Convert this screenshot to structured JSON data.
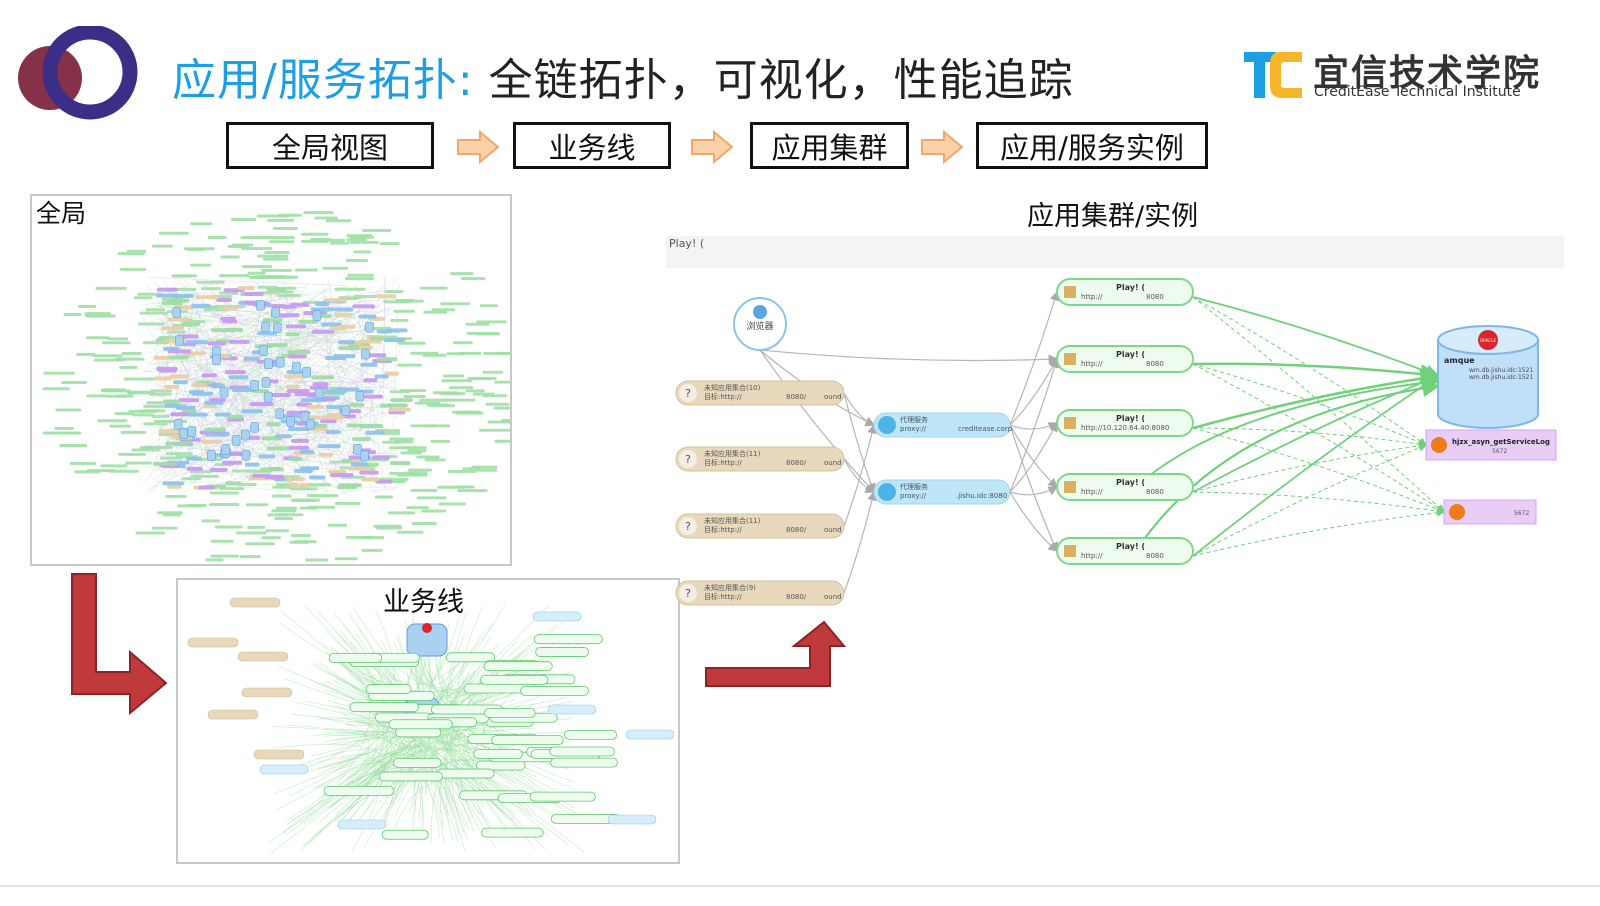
{
  "header": {
    "title_part1": "应用/服务拓扑:",
    "title_part2": "全链拓扑，可视化，性能追踪",
    "brand_cn": "宜信技术学院",
    "brand_en": "CreditEase Technical Institute",
    "brand_logo_text": "TC"
  },
  "flow_steps": [
    {
      "label": "全局视图"
    },
    {
      "label": "业务线"
    },
    {
      "label": "应用集群"
    },
    {
      "label": "应用/服务实例"
    }
  ],
  "panels": {
    "global_label": "全局",
    "business_label": "业务线",
    "cluster_label": "应用集群/实例"
  },
  "cluster_view": {
    "header_text": "Play! (",
    "browser_label": "浏览器",
    "unknown_nodes": [
      {
        "title": "未知应用集合(10)",
        "sub": "目标:http://",
        "right": "8080/",
        "end": "ound"
      },
      {
        "title": "未知应用集合(11)",
        "sub": "目标:http://",
        "right": "8080/",
        "end": "ound"
      },
      {
        "title": "未知应用集合(11)",
        "sub": "目标:http://",
        "right": "8080/",
        "end": "ound"
      },
      {
        "title": "未知应用集合(9)",
        "sub": "目标:http://",
        "right": "8080/",
        "end": "ound"
      }
    ],
    "proxy_nodes": [
      {
        "title": "代理服务",
        "sub": "proxy://",
        "right": "creditease.corp"
      },
      {
        "title": "代理服务",
        "sub": "proxy://",
        "right": ".jishu.idc:8080"
      }
    ],
    "play_nodes": [
      {
        "title": "Play! (",
        "sub": "http://",
        "right": "8080"
      },
      {
        "title": "Play! (",
        "sub": "http://",
        "right": "8080"
      },
      {
        "title": "Play! (",
        "sub": "http://10.120.64.40:8080",
        "right": ""
      },
      {
        "title": "Play! (",
        "sub": "http://",
        "right": "8080"
      },
      {
        "title": "Play! (",
        "sub": "http://",
        "right": "8080"
      }
    ],
    "db": {
      "name": "amque",
      "line1": "wm.db.jishu.idc:1521",
      "line2": "wm.db.jishu.idc:1521",
      "badge": "ORACLE"
    },
    "mq_nodes": [
      {
        "title": "hjzx_asyn_getServiceLog",
        "port": "5672"
      },
      {
        "title": "",
        "port": "5672"
      }
    ]
  },
  "colors": {
    "title_blue": "#1e9fe3",
    "arrow_orange": "#f5b87c",
    "big_arrow_red": "#c0393b",
    "node_green": "#7dd88a",
    "node_tan": "#e8d9bd",
    "node_blue": "#bfe6f7",
    "node_purple": "#d9b3f2"
  }
}
